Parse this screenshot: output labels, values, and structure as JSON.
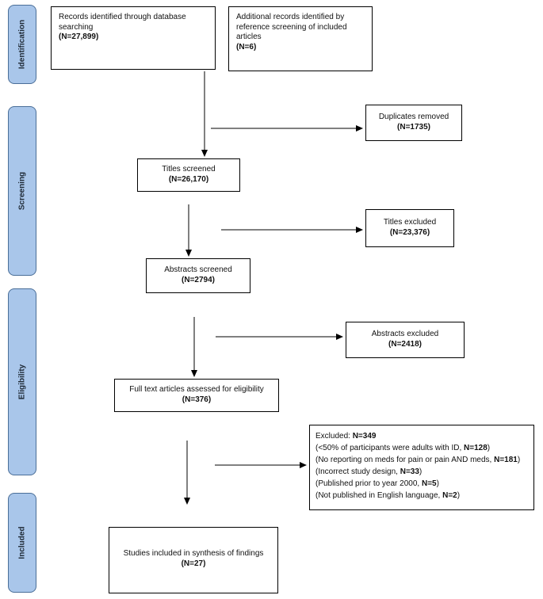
{
  "phases": {
    "identification": "Identification",
    "screening": "Screening",
    "eligibility": "Eligibility",
    "included": "Included"
  },
  "boxes": {
    "records_db": {
      "text": "Records identified through database searching",
      "count": "(N=27,899)"
    },
    "records_ref": {
      "text": "Additional records identified by reference screening of included articles",
      "count": "(N=6)"
    },
    "duplicates": {
      "text": "Duplicates removed",
      "count": "(N=1735)"
    },
    "titles_screened": {
      "text": "Titles screened",
      "count": "(N=26,170)"
    },
    "titles_excluded": {
      "text": "Titles excluded",
      "count": "(N=23,376)"
    },
    "abstracts_screened": {
      "text": "Abstracts screened",
      "count": "(N=2794)"
    },
    "abstracts_excluded": {
      "text": "Abstracts excluded",
      "count": "(N=2418)"
    },
    "fulltext": {
      "text": "Full text articles assessed for eligibility",
      "count": "(N=376)"
    },
    "excluded": {
      "header": "Excluded: ",
      "header_count": "N=349",
      "reasons": [
        {
          "text": "(<50% of participants were adults with ID, ",
          "count": "N=128",
          "close": ")"
        },
        {
          "text": "(No reporting on meds for pain or pain AND meds, ",
          "count": "N=181",
          "close": ")"
        },
        {
          "text": "(Incorrect study design, ",
          "count": "N=33",
          "close": ")"
        },
        {
          "text": "(Published prior to year 2000, ",
          "count": "N=5",
          "close": ")"
        },
        {
          "text": "(Not published in English language, ",
          "count": "N=2",
          "close": ")"
        }
      ]
    },
    "included": {
      "text": "Studies included in synthesis of findings",
      "count": "(N=27)"
    }
  }
}
